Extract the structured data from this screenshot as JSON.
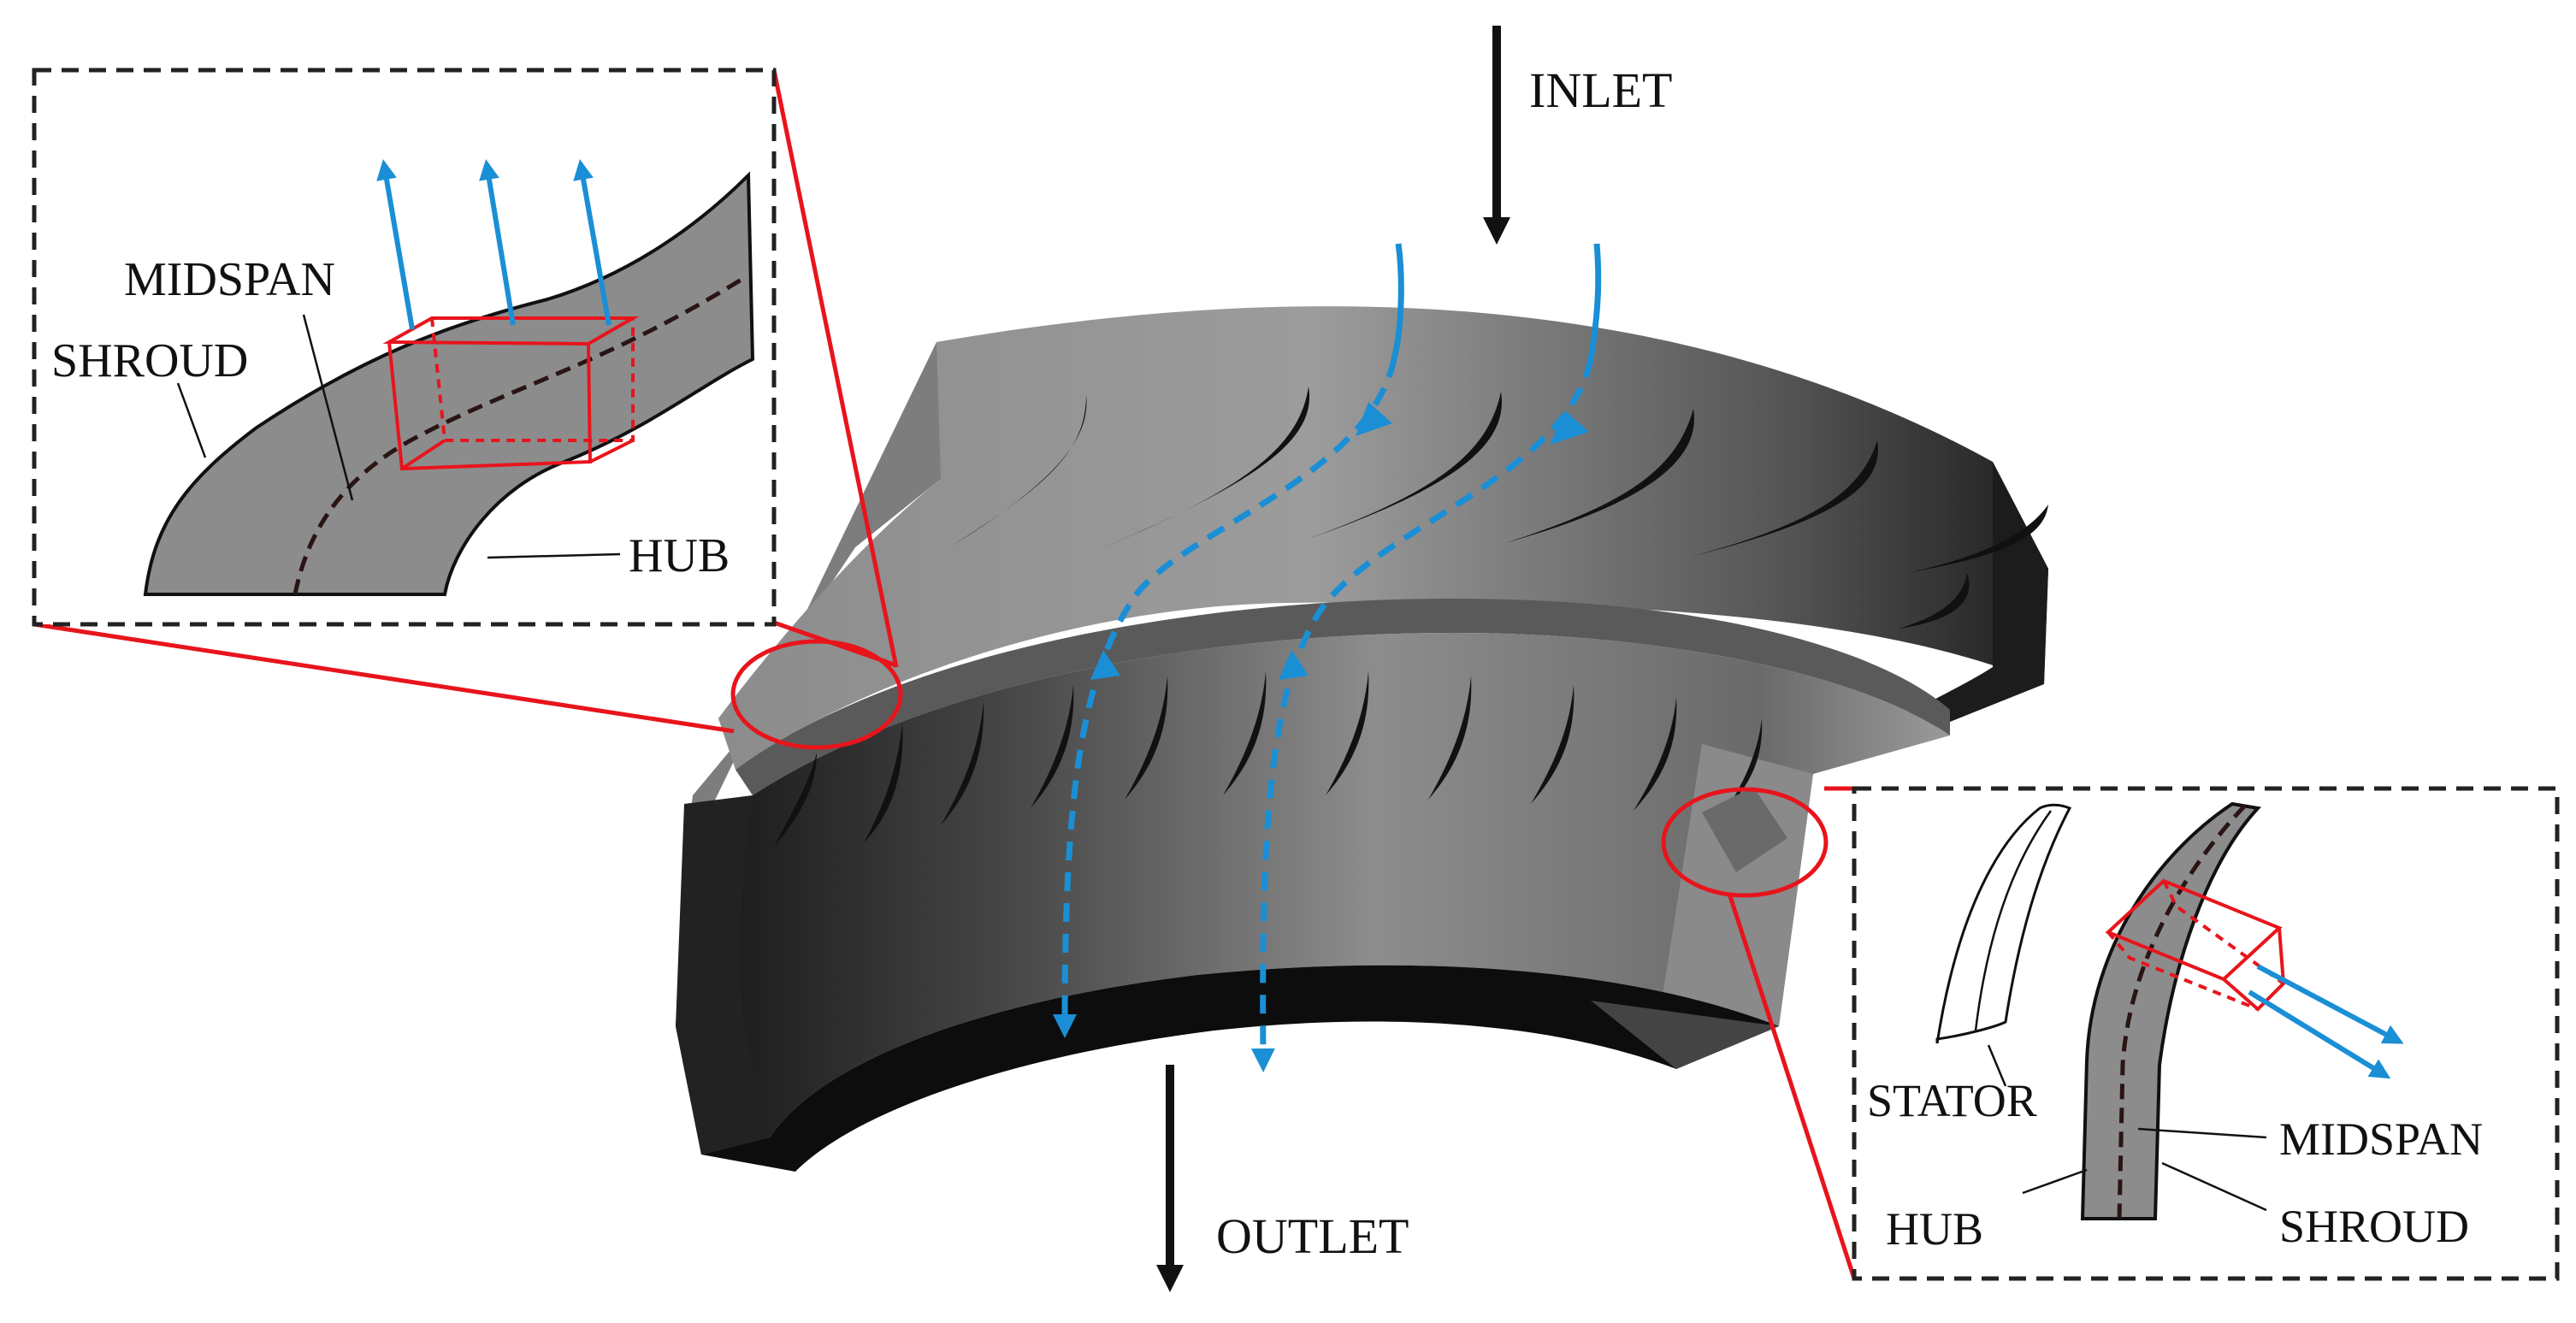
{
  "labels": {
    "inlet": "INLET",
    "outlet": "OUTLET",
    "left_inset": {
      "midspan": "MIDSPAN",
      "shroud": "SHROUD",
      "hub": "HUB"
    },
    "right_inset": {
      "stator": "STATOR",
      "midspan": "MIDSPAN",
      "hub": "HUB",
      "shroud": "SHROUD"
    }
  },
  "colors": {
    "flow_arrow": "#1a8fd6",
    "highlight": "#e8141c",
    "inset_border": "#222222",
    "machine_light": "#9a9a9a",
    "machine_dark": "#1a1a1a"
  }
}
